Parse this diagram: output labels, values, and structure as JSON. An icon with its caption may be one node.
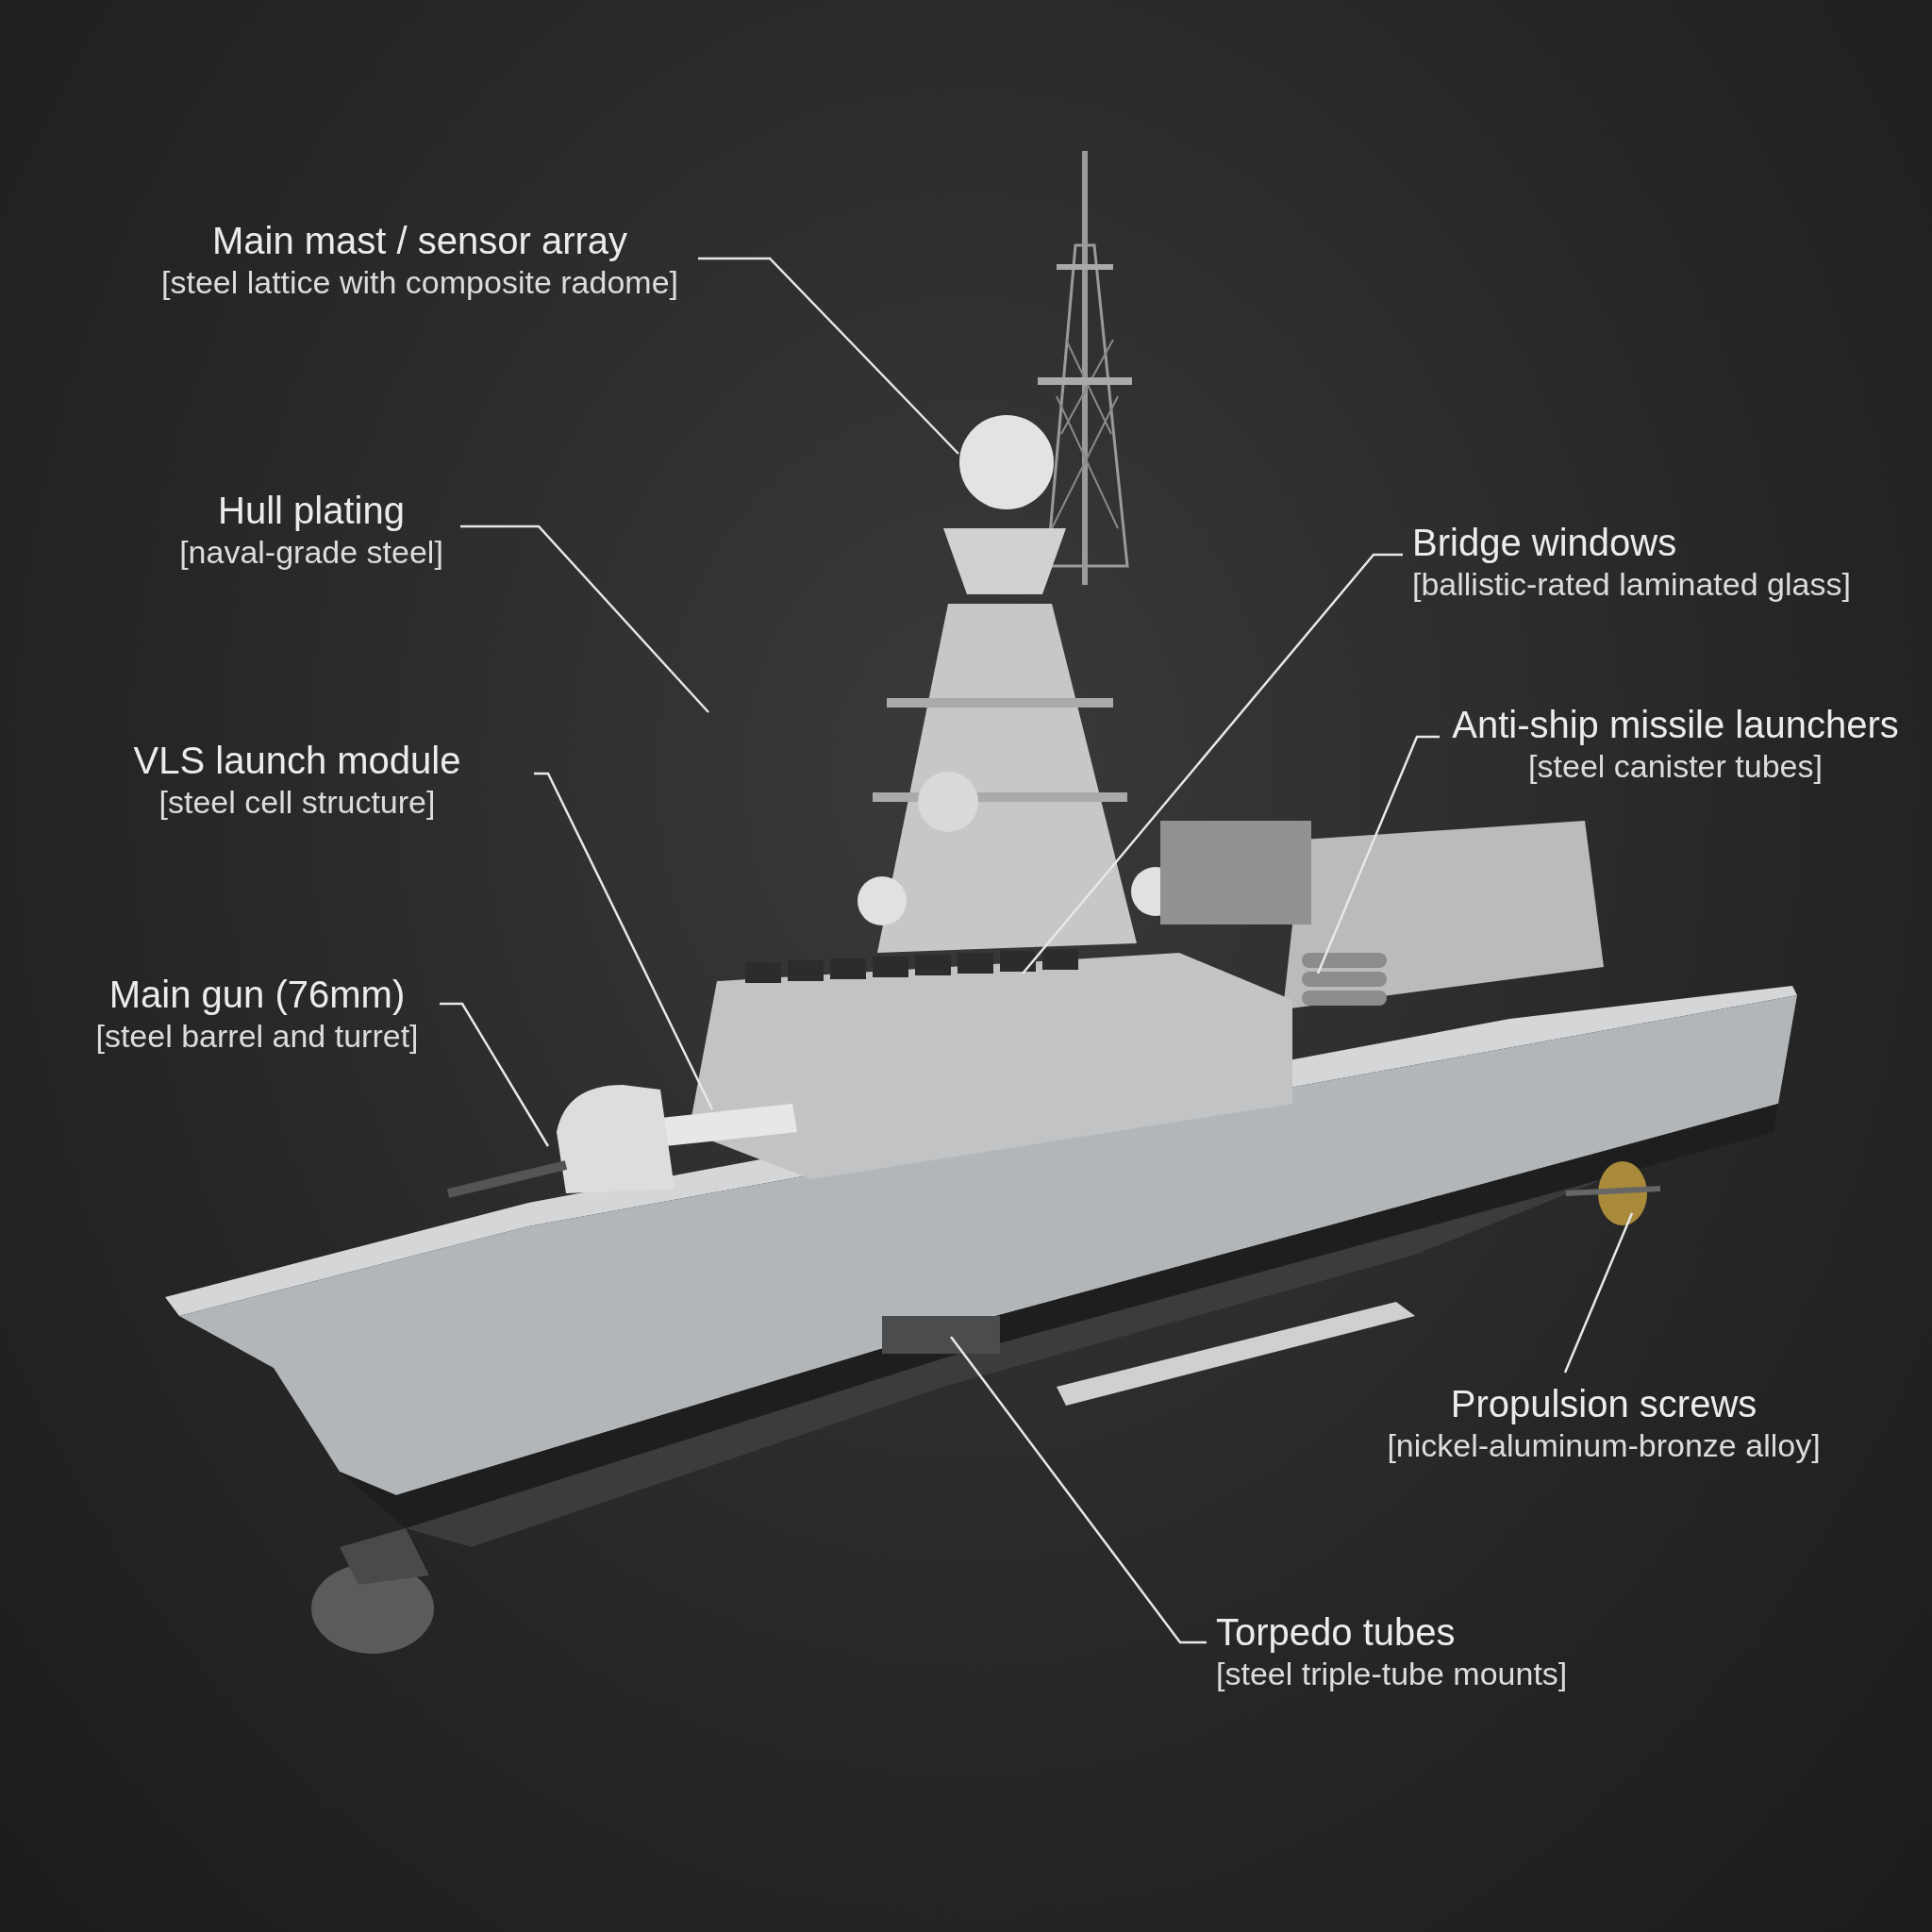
{
  "diagram": {
    "nodes": [
      {
        "text": [
          "Main mast / sensor array",
          "[steel lattice with composite radome]"
        ]
      },
      {
        "text": [
          "Hull plating",
          "[naval-grade steel]"
        ]
      },
      {
        "text": [
          "Bridge windows",
          "[ballistic-rated laminated glass]"
        ]
      },
      {
        "text": [
          "Anti-ship missile launchers",
          "[steel canister tubes]"
        ]
      },
      {
        "text": [
          "VLS launch module",
          "[steel cell structure]"
        ]
      },
      {
        "text": [
          "Main gun (76mm)",
          "[steel barrel and turret]"
        ]
      },
      {
        "text": [
          "Propulsion screws",
          "[nickel-aluminum-bronze alloy]"
        ]
      },
      {
        "text": [
          "Torpedo tubes",
          "[steel triple-tube mounts]"
        ]
      }
    ],
    "edges": [
      {
        "from": 0,
        "to": null,
        "arrow": "none"
      },
      {
        "from": 1,
        "to": null,
        "arrow": "none"
      },
      {
        "from": 2,
        "to": null,
        "arrow": "none"
      },
      {
        "from": 3,
        "to": null,
        "arrow": "none"
      },
      {
        "from": 4,
        "to": null,
        "arrow": "none"
      },
      {
        "from": 5,
        "to": null,
        "arrow": "none"
      },
      {
        "from": 6,
        "to": null,
        "arrow": "none"
      },
      {
        "from": 7,
        "to": null,
        "arrow": "none"
      }
    ]
  }
}
